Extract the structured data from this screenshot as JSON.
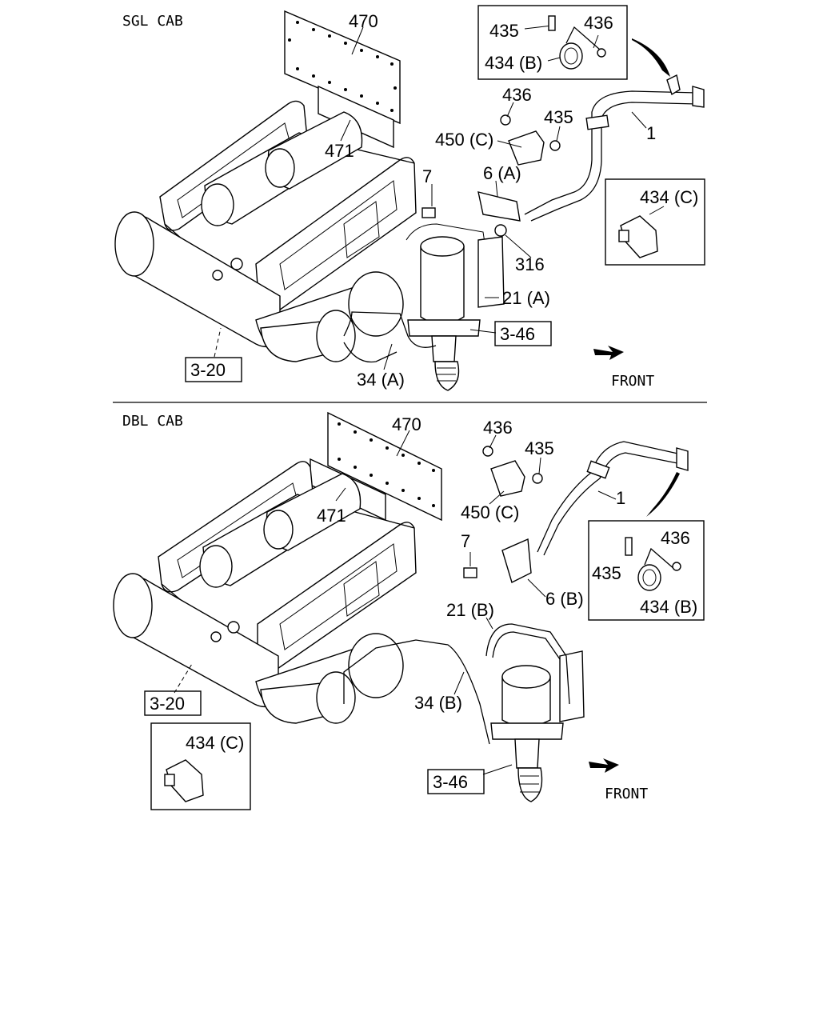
{
  "sections": [
    {
      "title": "SGL CAB",
      "front_label": "FRONT",
      "callouts": {
        "c470": "470",
        "c471": "471",
        "c435_box": "435",
        "c436_box": "436",
        "c434b_box": "434 (B)",
        "c436": "436",
        "c435": "435",
        "c450c": "450 (C)",
        "c1": "1",
        "c7": "7",
        "c6a": "6 (A)",
        "c316": "316",
        "c21a": "21 (A)",
        "c346": "3-46",
        "c34a": "34 (A)",
        "c320": "3-20",
        "c434c_box": "434 (C)"
      }
    },
    {
      "title": "DBL CAB",
      "front_label": "FRONT",
      "callouts": {
        "c470": "470",
        "c471": "471",
        "c436": "436",
        "c435": "435",
        "c450c": "450 (C)",
        "c1": "1",
        "c7": "7",
        "c6b": "6 (B)",
        "c21b": "21 (B)",
        "c34b": "34 (B)",
        "c320": "3-20",
        "c346": "3-46",
        "c434c_box": "434 (C)",
        "c435_box": "435",
        "c436_box": "436",
        "c434b_box": "434 (B)"
      }
    }
  ]
}
